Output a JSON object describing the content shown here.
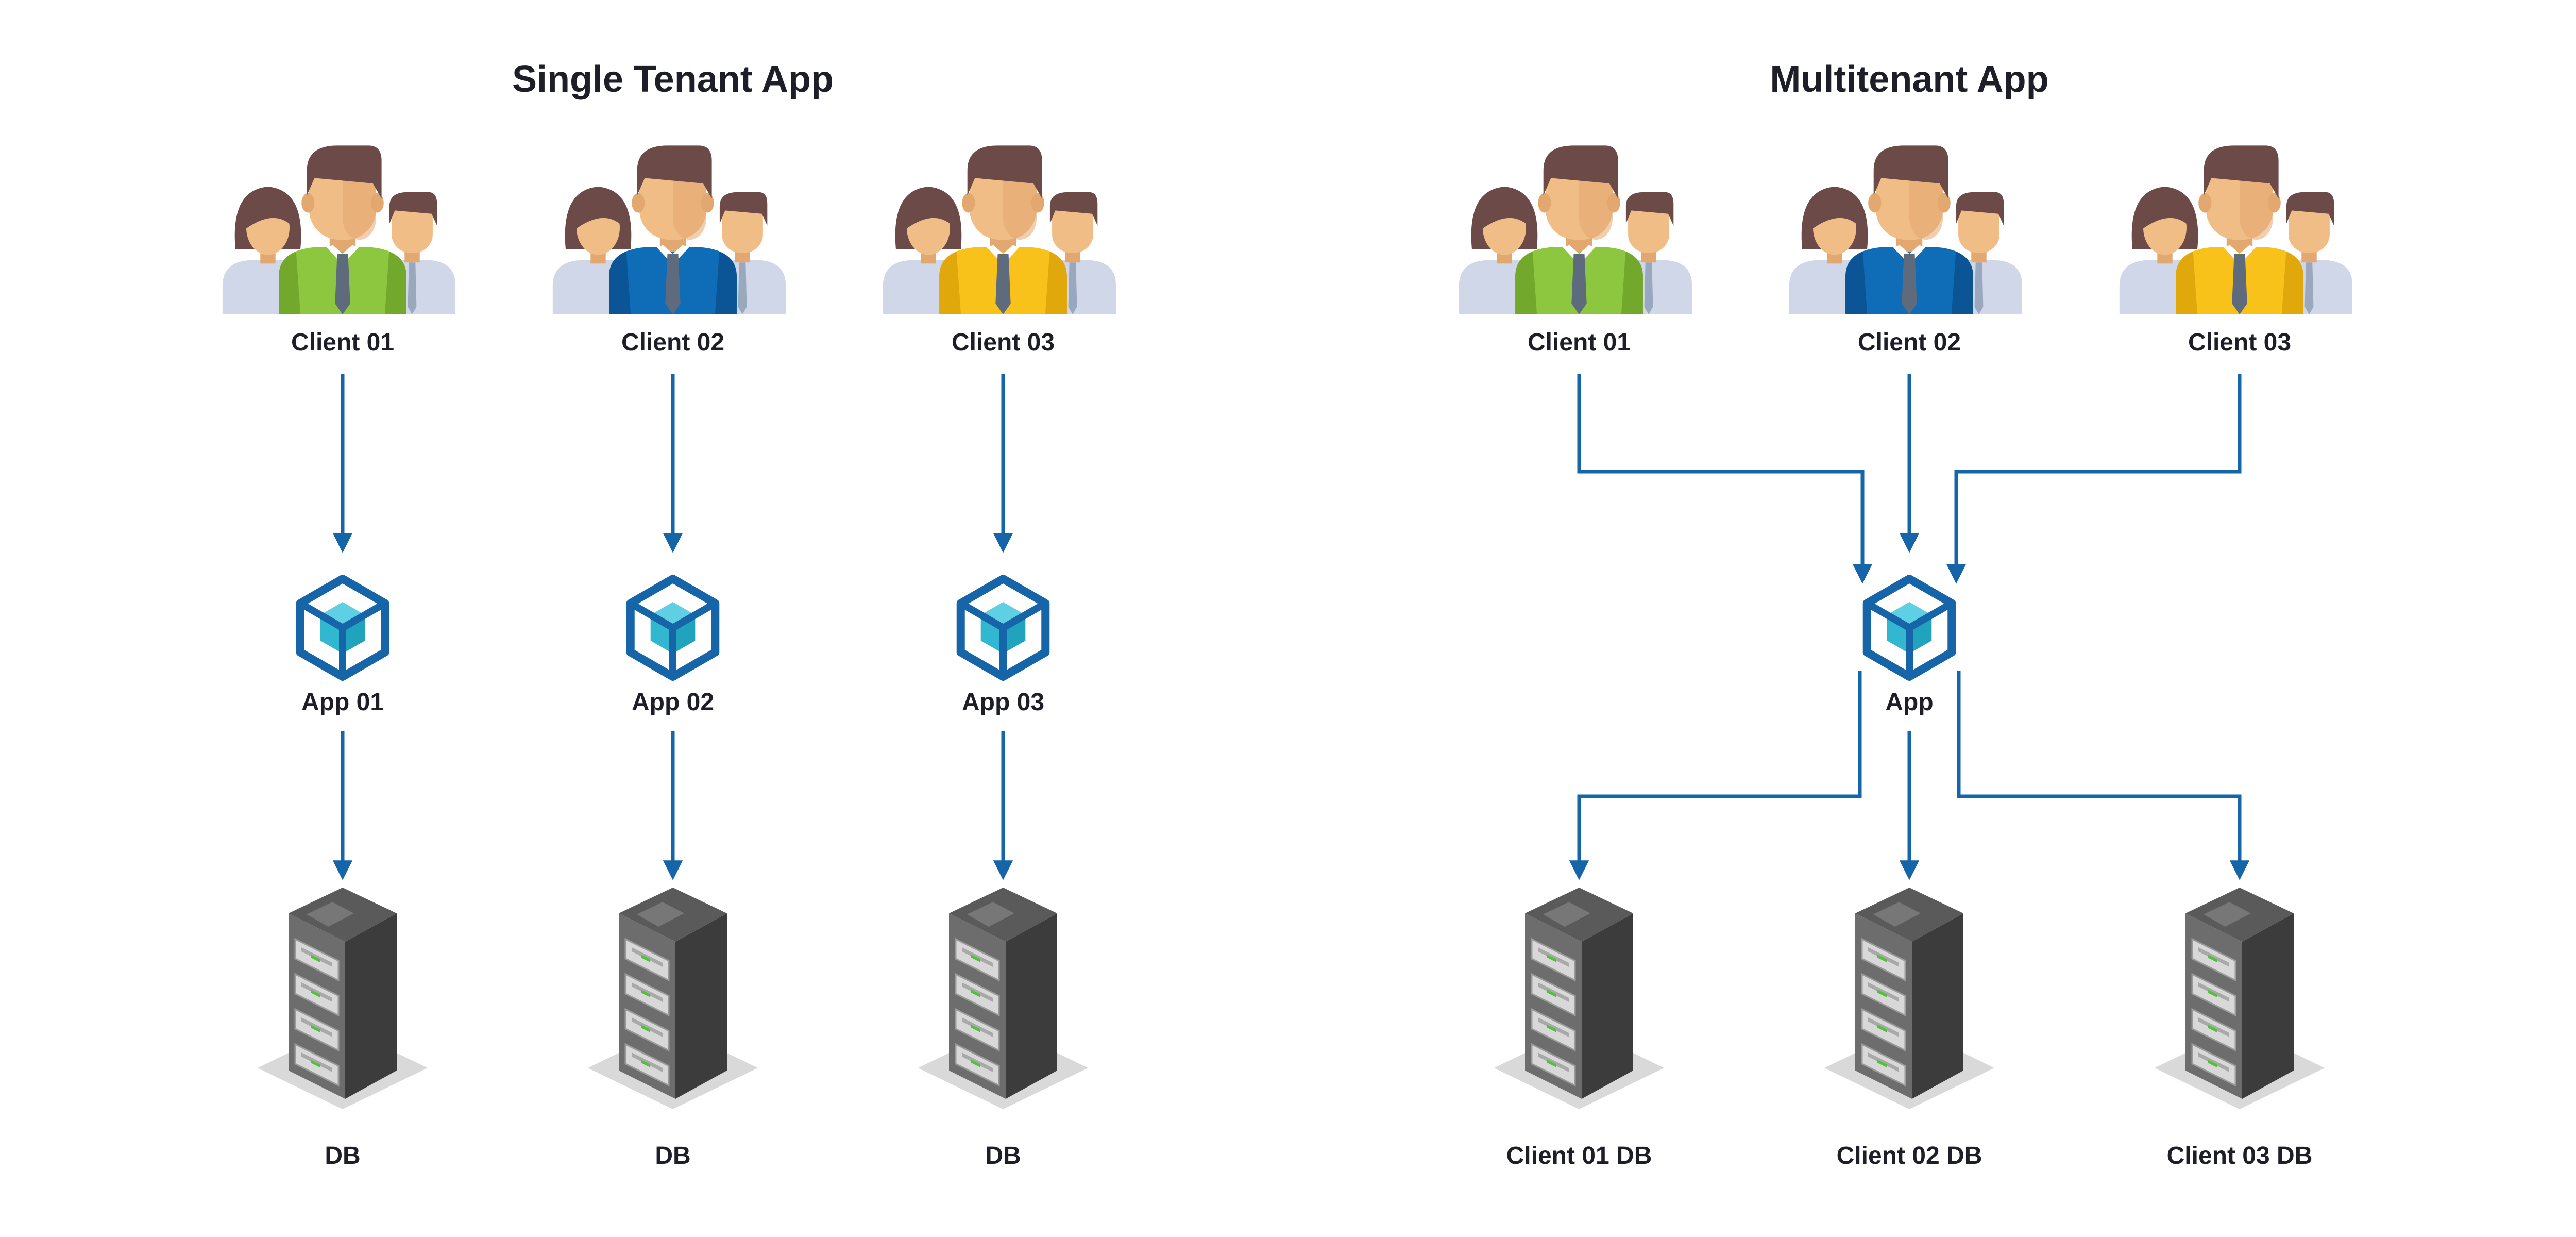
{
  "colors": {
    "connector": "#1565a8",
    "app_icon_stroke": "#1565a8",
    "app_icon_cube": "#31b7cf",
    "skin": "#f0bd86",
    "skin_shadow": "#e3a86f",
    "hair": "#6b4a47",
    "shirt_side": "#cfd7e8",
    "tie": "#5d6b7d",
    "server_body": "#3c3c3c",
    "server_top": "#5a5a5a",
    "server_shadow": "#d9d9d9",
    "server_led": "#4fc23a"
  },
  "single_tenant": {
    "title": "Single Tenant App",
    "clients": [
      {
        "label": "Client 01",
        "shirt_color": "#8dc63f",
        "shirt_dark": "#72a82c",
        "icon": "people-group-icon"
      },
      {
        "label": "Client 02",
        "shirt_color": "#0f6cb6",
        "shirt_dark": "#0b5596",
        "icon": "people-group-icon"
      },
      {
        "label": "Client 03",
        "shirt_color": "#f9c21b",
        "shirt_dark": "#e0a80a",
        "icon": "people-group-icon"
      }
    ],
    "apps": [
      {
        "label": "App 01",
        "icon": "app-cube-icon"
      },
      {
        "label": "App 02",
        "icon": "app-cube-icon"
      },
      {
        "label": "App 03",
        "icon": "app-cube-icon"
      }
    ],
    "dbs": [
      {
        "label": "DB",
        "icon": "server-rack-icon"
      },
      {
        "label": "DB",
        "icon": "server-rack-icon"
      },
      {
        "label": "DB",
        "icon": "server-rack-icon"
      }
    ]
  },
  "multitenant": {
    "title": "Multitenant App",
    "clients": [
      {
        "label": "Client 01",
        "shirt_color": "#8dc63f",
        "shirt_dark": "#72a82c",
        "icon": "people-group-icon"
      },
      {
        "label": "Client 02",
        "shirt_color": "#0f6cb6",
        "shirt_dark": "#0b5596",
        "icon": "people-group-icon"
      },
      {
        "label": "Client 03",
        "shirt_color": "#f9c21b",
        "shirt_dark": "#e0a80a",
        "icon": "people-group-icon"
      }
    ],
    "app": {
      "label": "App",
      "icon": "app-cube-icon"
    },
    "dbs": [
      {
        "label": "Client 01 DB",
        "icon": "server-rack-icon"
      },
      {
        "label": "Client 02 DB",
        "icon": "server-rack-icon"
      },
      {
        "label": "Client 03 DB",
        "icon": "server-rack-icon"
      }
    ]
  }
}
